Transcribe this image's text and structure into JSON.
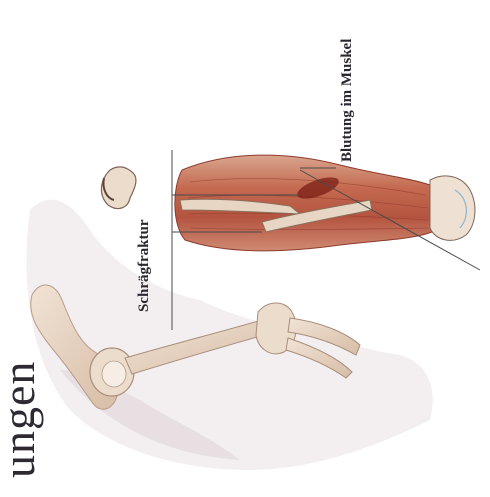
{
  "heading_fragment": "ungen",
  "labels": {
    "fracture": "Schrägfraktur",
    "bleeding": "Blutung im Muskel"
  }
}
